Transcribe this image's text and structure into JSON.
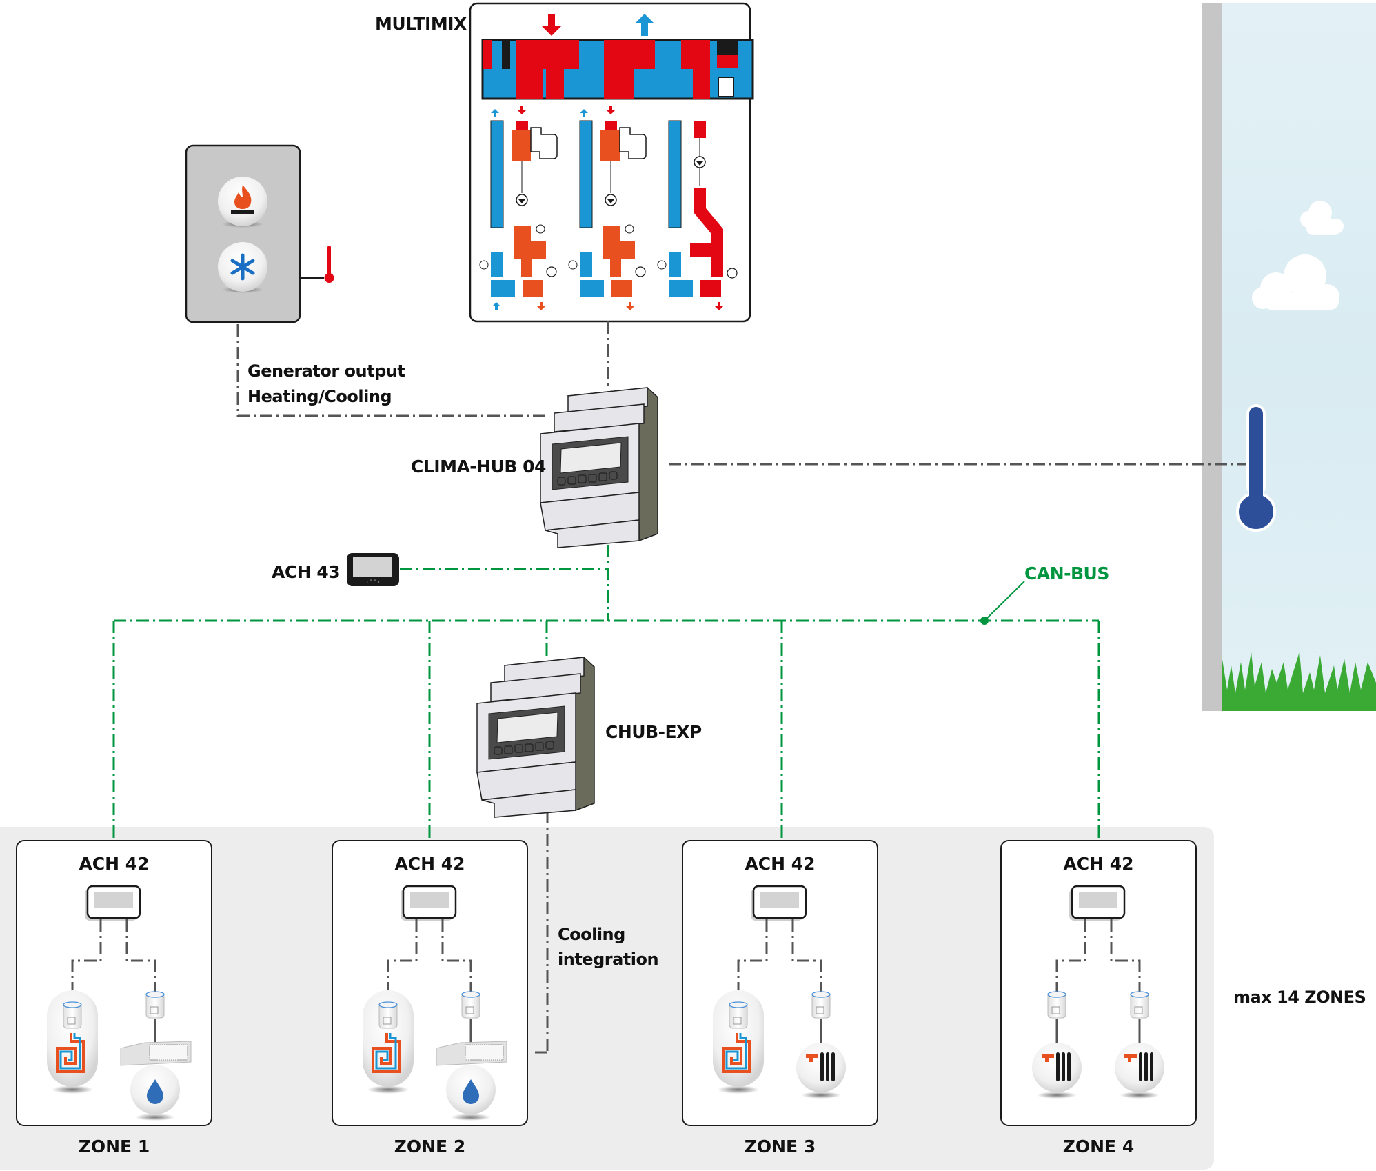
{
  "title": "CLIMA-HUB system diagram",
  "devices": {
    "multimix": {
      "label": "MULTIMIX"
    },
    "generator": {
      "label_line1": "Generator output",
      "label_line2": "Heating/Cooling",
      "icons": [
        "flame-icon",
        "snowflake-icon"
      ]
    },
    "clima_hub": {
      "label": "CLIMA-HUB 04"
    },
    "ach43": {
      "label": "ACH 43"
    },
    "chub_exp": {
      "label": "CHUB-EXP"
    },
    "cooling_integration": {
      "label_line1": "Cooling",
      "label_line2": "integration"
    },
    "can_bus": {
      "label": "CAN-BUS"
    }
  },
  "zones": [
    {
      "controller": "ACH 42",
      "label": "ZONE 1",
      "emitters": [
        "underfloor",
        "fancoil"
      ]
    },
    {
      "controller": "ACH 42",
      "label": "ZONE 2",
      "emitters": [
        "underfloor",
        "fancoil"
      ]
    },
    {
      "controller": "ACH 42",
      "label": "ZONE 3",
      "emitters": [
        "underfloor",
        "radiator"
      ]
    },
    {
      "controller": "ACH 42",
      "label": "ZONE 4",
      "emitters": [
        "radiator",
        "radiator"
      ]
    }
  ],
  "max_zones_label": "max 14 ZONES",
  "colors": {
    "hot": "#e30613",
    "mixed": "#e8501f",
    "cold": "#1a96d4",
    "canbus": "#00963f",
    "wire": "#555555",
    "outside_thermo": "#2d4f9a",
    "grass": "#3aaa35"
  }
}
